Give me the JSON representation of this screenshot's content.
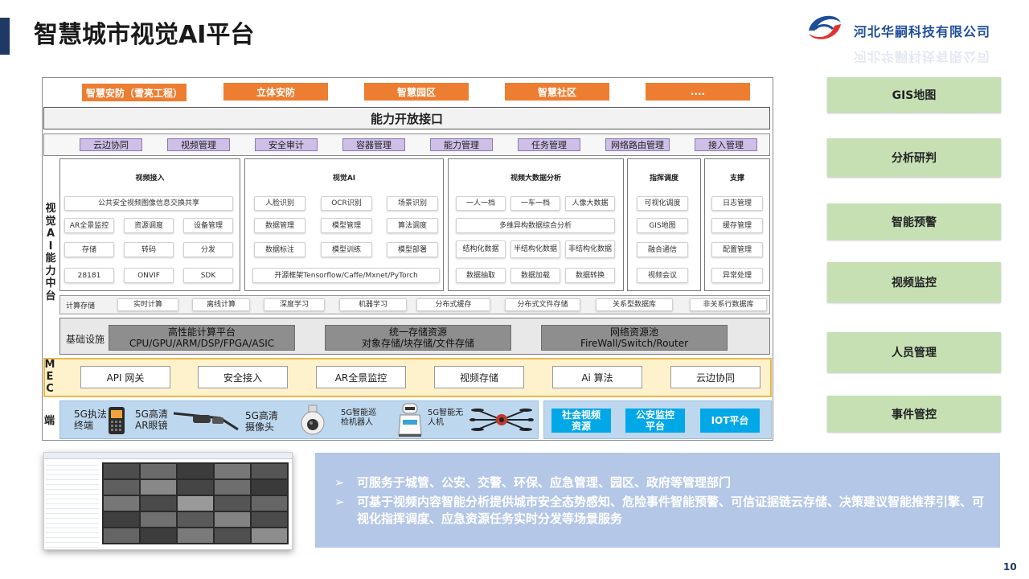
{
  "header": {
    "title": "智慧城市视觉AI平台",
    "company": "河北华嗣科技有限公司",
    "page_number": "10"
  },
  "top_apps": [
    "智慧安防（雪亮工程）",
    "立体安防",
    "智慧园区",
    "智慧社区",
    "...."
  ],
  "open_interface": "能力开放接口",
  "capability_bar": [
    "云边协同",
    "视频管理",
    "安全审计",
    "容器管理",
    "能力管理",
    "任务管理",
    "网络路由管理",
    "接入管理"
  ],
  "side_label": [
    "视",
    "觉",
    "A",
    "I",
    "能",
    "力",
    "中",
    "台"
  ],
  "panels": {
    "video_access": {
      "title": "视频接入",
      "wide": "公共安全视频图像信息交换共享",
      "rows": [
        [
          "AR全景监控",
          "资源调度",
          "设备管理"
        ],
        [
          "存储",
          "转码",
          "分发"
        ],
        [
          "28181",
          "ONVIF",
          "SDK"
        ]
      ]
    },
    "vision_ai": {
      "title": "视觉AI",
      "rows": [
        [
          "人脸识别",
          "OCR识别",
          "场景识别"
        ],
        [
          "数据管理",
          "模型管理",
          "算法调度"
        ],
        [
          "数据标注",
          "模型训练",
          "模型部署"
        ]
      ],
      "wide": "开源框架Tensorflow/Caffe/Mxnet/PyTorch"
    },
    "big_data": {
      "title": "视频大数据分析",
      "row1": [
        "一人一档",
        "一车一档",
        "人像大数据"
      ],
      "wide": "多维异构数据综合分析",
      "row3": [
        "结构化数据",
        "半结构化数据",
        "非结构化数据"
      ],
      "row4": [
        "数据抽取",
        "数据加载",
        "数据转换"
      ]
    },
    "command": {
      "title": "指挥调度",
      "items": [
        "可视化调度",
        "GIS地图",
        "融合通信",
        "视频会议"
      ]
    },
    "support": {
      "title": "支撑",
      "items": [
        "日志管理",
        "缓存管理",
        "配置管理",
        "异常处理"
      ]
    }
  },
  "compute": {
    "label": "计算存储",
    "items": [
      "实时计算",
      "离线计算",
      "深度学习",
      "机器学习",
      "分布式缓存",
      "分布式文件存储",
      "关系型数据库",
      "非关系行数据库"
    ]
  },
  "infra": {
    "label": "基础设施",
    "boxes": [
      {
        "line1": "高性能计算平台",
        "line2": "CPU/GPU/ARM/DSP/FPGA/ASIC"
      },
      {
        "line1": "统一存储资源",
        "line2": "对象存储/块存储/文件存储"
      },
      {
        "line1": "网络资源池",
        "line2": "FireWall/Switch/Router"
      }
    ]
  },
  "mec": {
    "label": [
      "M",
      "E",
      "C"
    ],
    "items": [
      "API 网关",
      "安全接入",
      "AR全景监控",
      "视频存储",
      "Ai 算法",
      "云边协同"
    ]
  },
  "terminal": {
    "label": "端",
    "devices": [
      {
        "line1": "5G执法",
        "line2": "终端"
      },
      {
        "line1": "5G高清",
        "line2": "AR眼镜"
      },
      {
        "line1": "5G高清",
        "line2": "摄像头"
      },
      {
        "line1": "5G智能巡",
        "line2": "检机器人"
      },
      {
        "line1": "5G智能无",
        "line2": "人机"
      }
    ],
    "platforms": [
      {
        "line1": "社会视频",
        "line2": "资源"
      },
      {
        "line1": "公安监控",
        "line2": "平台"
      },
      {
        "line1": "IOT平台",
        "line2": ""
      }
    ]
  },
  "right_menu": [
    "GIS地图",
    "分析研判",
    "智能预警",
    "视频监控",
    "人员管理",
    "事件管控"
  ],
  "bullets": [
    "可服务于城管、公安、交警、环保、应急管理、园区、政府等管理部门",
    "可基于视频内容智能分析提供城市安全态势感知、危险事件智能预警、可信证据链云存储、决策建议智能推荐引擎、可视化指挥调度、应急资源任务实时分发等场景服务"
  ],
  "colors": {
    "orange": "#ed7d31",
    "purple": "#cdbfe6",
    "green": "#c6e0b4",
    "mec_yellow": "#fdf2cc",
    "terminal_blue": "#bdd7ee",
    "platform_blue": "#00a8e8",
    "info_bg": "#b4c7e7",
    "accent": "#1f3864"
  }
}
